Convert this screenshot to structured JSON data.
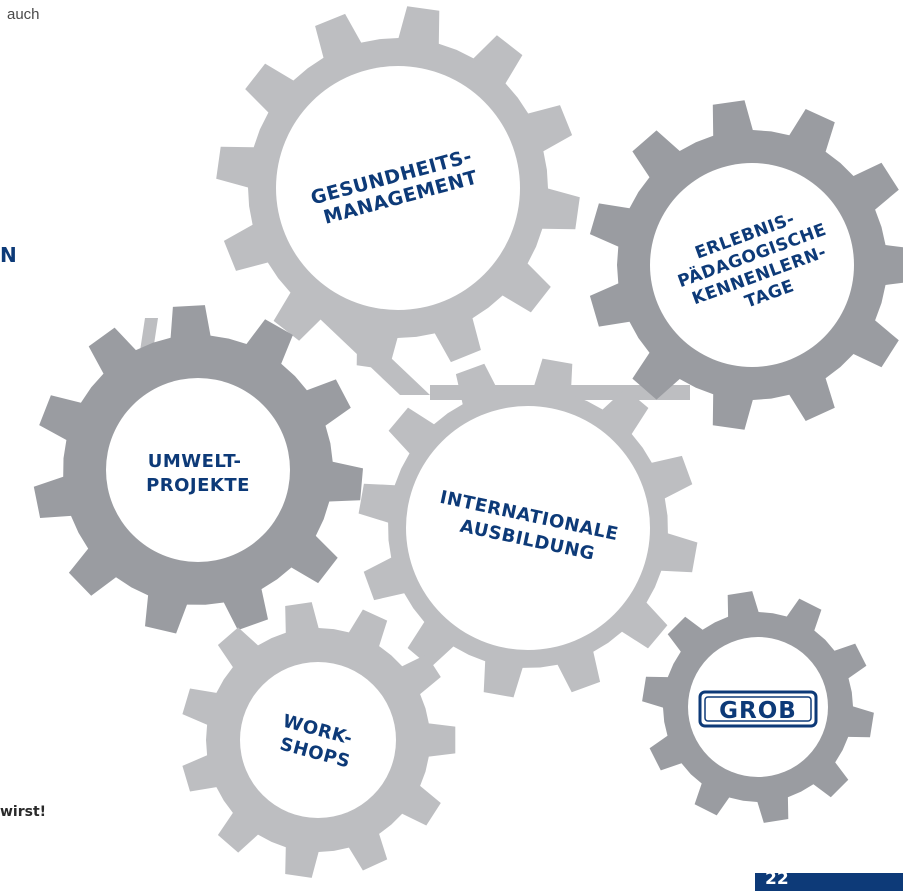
{
  "text_fragments": {
    "top": "auch",
    "heading_tail": "N",
    "bottom": "wirst!"
  },
  "colors": {
    "gear_light": "#bdbec1",
    "gear_dark": "#9a9ca1",
    "gear_inner": "#ffffff",
    "label_blue": "#0d3a78"
  },
  "gears": {
    "gesundheit": [
      "GESUNDHEITS-",
      "MANAGEMENT"
    ],
    "erlebnis": [
      "ERLEBNIS-",
      "PÄDAGOGISCHE",
      "KENNENLERN-",
      "TAGE"
    ],
    "umwelt": [
      "UMWELT-",
      "PROJEKTE"
    ],
    "international": [
      "INTERNATIONALE",
      "AUSBILDUNG"
    ],
    "workshops": [
      "WORK-",
      "SHOPS"
    ]
  },
  "logo": {
    "text": "GROB"
  },
  "page_number": "22"
}
